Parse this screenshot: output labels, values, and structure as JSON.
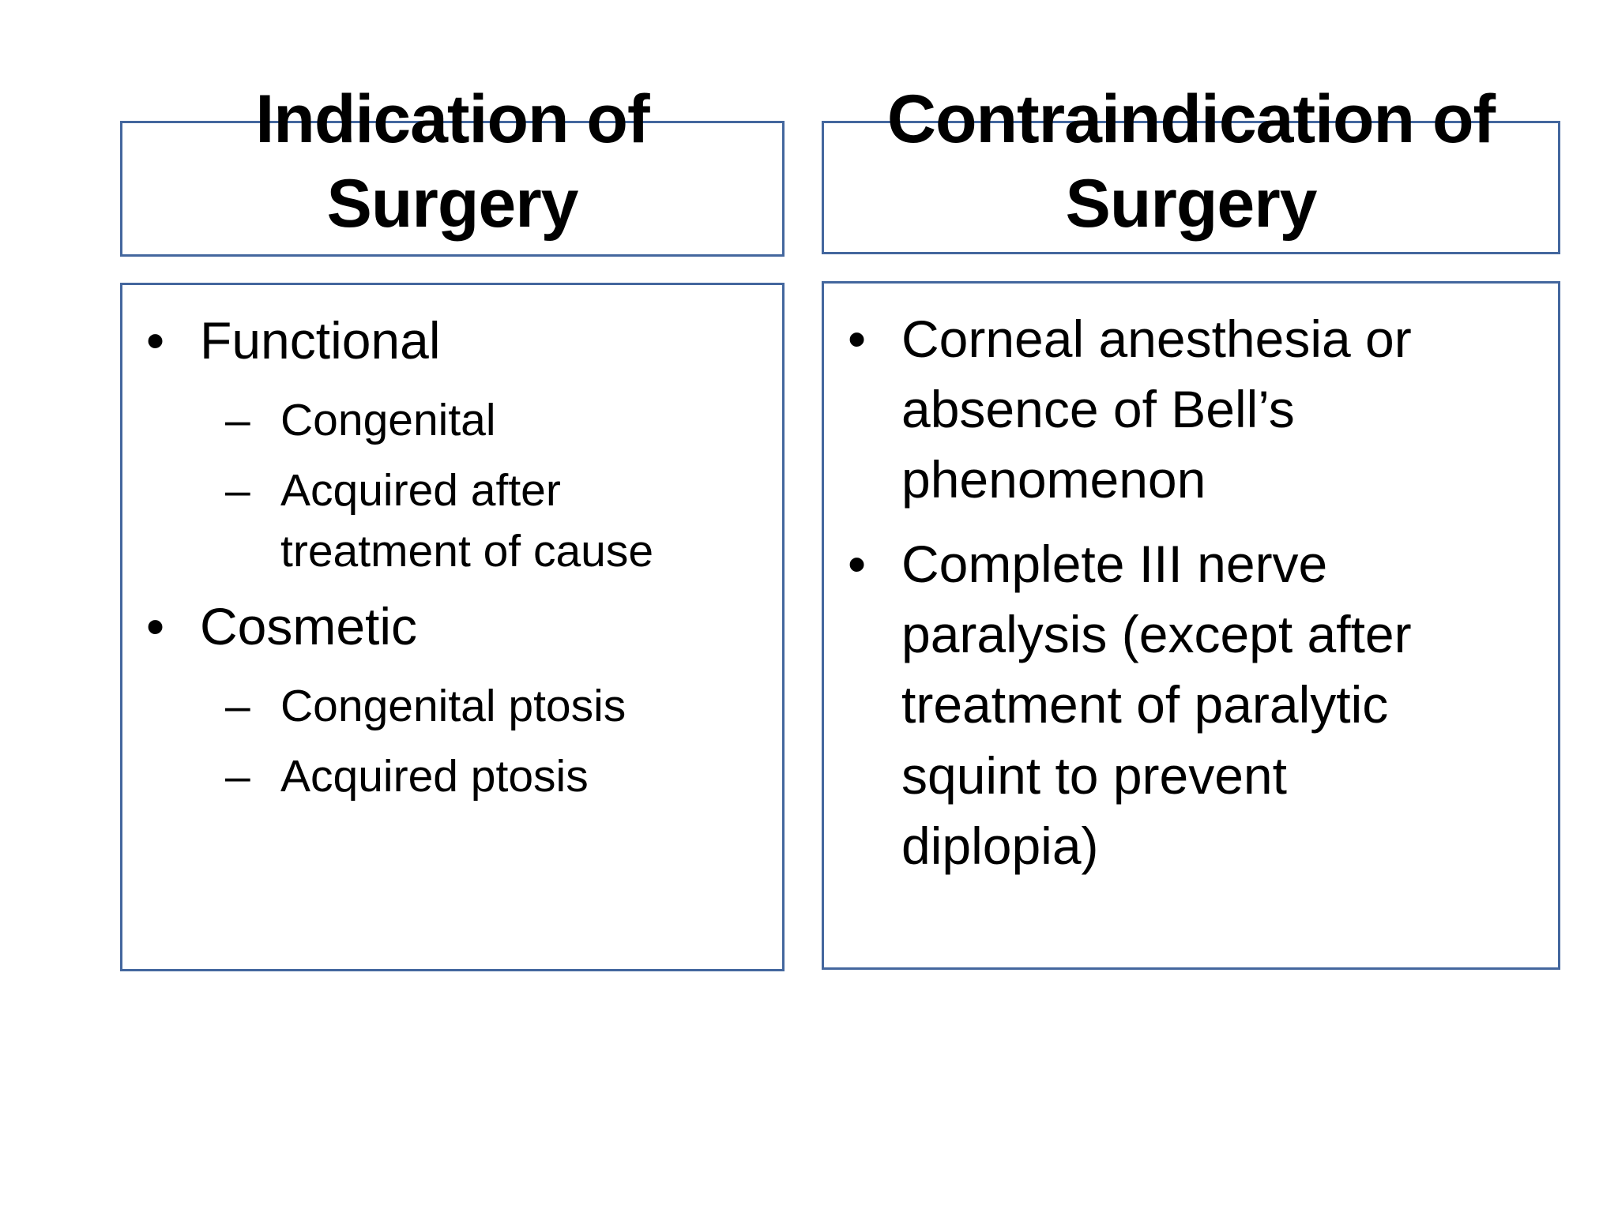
{
  "slide": {
    "glyphs": {
      "bullet": "•",
      "dash": "–"
    },
    "colors": {
      "border": "#44679e",
      "text": "#000000",
      "background": "#ffffff"
    },
    "left_panel": {
      "title": "Indication of\nSurgery",
      "items": [
        {
          "level": 1,
          "text": "Functional"
        },
        {
          "level": 2,
          "text": "Congenital"
        },
        {
          "level": 2,
          "text": "Acquired after\ntreatment of cause"
        },
        {
          "level": 1,
          "text": "Cosmetic"
        },
        {
          "level": 2,
          "text": "Congenital ptosis"
        },
        {
          "level": 2,
          "text": "Acquired ptosis"
        }
      ]
    },
    "right_panel": {
      "title": "Contraindication of\nSurgery",
      "items": [
        {
          "level": 1,
          "text": "Corneal anesthesia or\nabsence of Bell’s\nphenomenon"
        },
        {
          "level": 1,
          "text": "Complete III nerve\nparalysis (except after\ntreatment of paralytic\nsquint to prevent\ndiplopia)"
        }
      ]
    }
  }
}
